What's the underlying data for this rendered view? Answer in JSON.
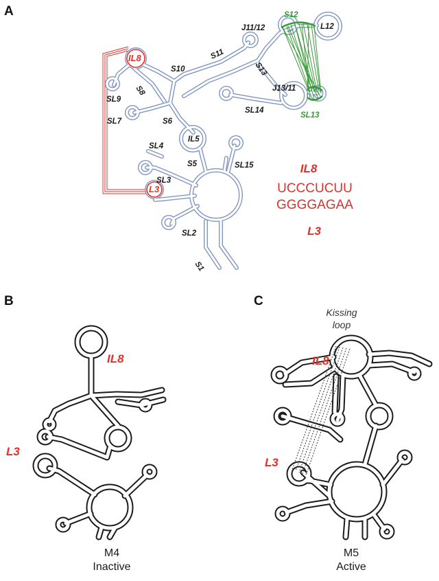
{
  "panels": {
    "a": {
      "letter": "A"
    },
    "b": {
      "letter": "B",
      "caption_line1": "M4",
      "caption_line2": "Inactive",
      "label_il8": "IL8",
      "label_l3": "L3"
    },
    "c": {
      "letter": "C",
      "caption_line1": "M5",
      "caption_line2": "Active",
      "label_il8": "IL8",
      "label_l3": "L3",
      "kissing_line1": "Kissing",
      "kissing_line2": "loop"
    }
  },
  "structure_labels": {
    "il8": "IL8",
    "l3": "L3",
    "s12": "S12",
    "l12": "L12",
    "j11_12": "J11/12",
    "s11": "S11",
    "s10": "S10",
    "s8": "S8",
    "sl9": "SL9",
    "s13": "S13",
    "j13_11": "J13/11",
    "sl13": "SL13",
    "sl14": "SL14",
    "sl7": "SL7",
    "s6": "S6",
    "il5": "IL5",
    "sl4": "SL4",
    "s5": "S5",
    "sl15": "SL15",
    "sl3": "SL3",
    "sl2": "SL2",
    "s1": "S1"
  },
  "legend": {
    "title": "IL8",
    "seq_top": "UCCCUCUU",
    "seq_bottom": "GGGGAGAA",
    "footer": "L3"
  },
  "colors": {
    "structure_blue": "#7f95c4",
    "highlight_red": "#e0302a",
    "highlight_green": "#3a9a3a",
    "outline_black": "#1a1a1a"
  }
}
